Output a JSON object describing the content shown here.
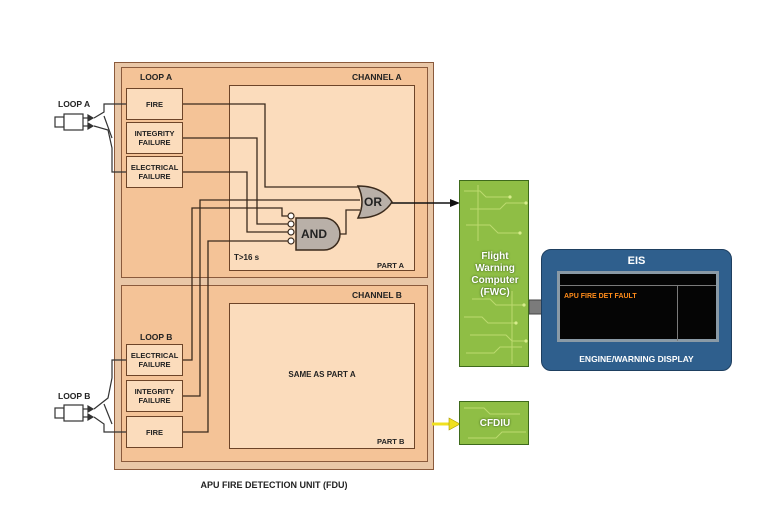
{
  "fdu": {
    "title": "APU FIRE DETECTION UNIT (FDU)",
    "loop_a_section": "LOOP A",
    "loop_b_section": "LOOP B",
    "channel_a": "CHANNEL A",
    "channel_b": "CHANNEL B",
    "part_a": "PART A",
    "part_b": "PART B",
    "same_as_part_a": "SAME AS PART A",
    "timer": "T>16 s",
    "gate_and": "AND",
    "gate_or": "OR"
  },
  "loop_a_signals": [
    {
      "label": "FIRE"
    },
    {
      "label": "INTEGRITY FAILURE"
    },
    {
      "label": "ELECTRICAL FAILURE"
    }
  ],
  "loop_b_signals": [
    {
      "label": "ELECTRICAL FAILURE"
    },
    {
      "label": "INTEGRITY FAILURE"
    },
    {
      "label": "FIRE"
    }
  ],
  "connectors": {
    "loop_a": "LOOP A",
    "loop_b": "LOOP B"
  },
  "fwc": {
    "label": "Flight Warning Computer (FWC)"
  },
  "cfdiu": {
    "label": "CFDIU"
  },
  "eis": {
    "title": "EIS",
    "message": "APU FIRE DET FAULT",
    "caption": "ENGINE/WARNING DISPLAY",
    "message_color": "#ff8c1a"
  },
  "colors": {
    "channel_fill": "#f4c397",
    "part_fill": "#fbdcbc",
    "pcb_green": "#8fbe45",
    "eis_blue": "#2f5f8d",
    "cfdiu_arrow": "#f0e020"
  }
}
